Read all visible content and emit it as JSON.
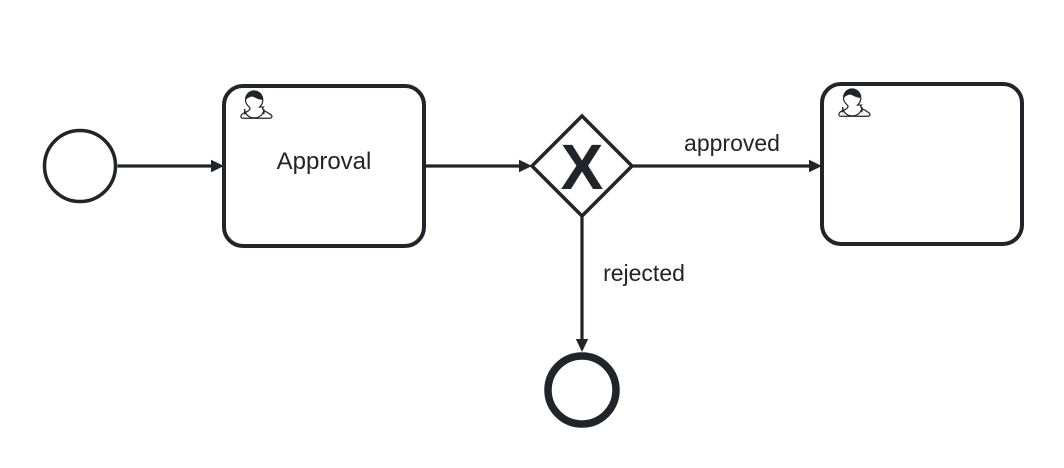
{
  "canvas": {
    "background_color": "#ffffff",
    "stroke_color": "#22242a",
    "fill_color": "#ffffff"
  },
  "diagram": {
    "start_event": {
      "type": "start-event",
      "label": ""
    },
    "task_approval": {
      "type": "user-task",
      "label": "Approval"
    },
    "gateway": {
      "type": "exclusive-gateway",
      "symbol": "X"
    },
    "task_target": {
      "type": "user-task",
      "label": ""
    },
    "end_event": {
      "type": "end-event",
      "label": ""
    },
    "flow_start_to_approval": {
      "label": ""
    },
    "flow_approval_to_gateway": {
      "label": ""
    },
    "flow_approved": {
      "label": "approved"
    },
    "flow_rejected": {
      "label": "rejected"
    }
  }
}
